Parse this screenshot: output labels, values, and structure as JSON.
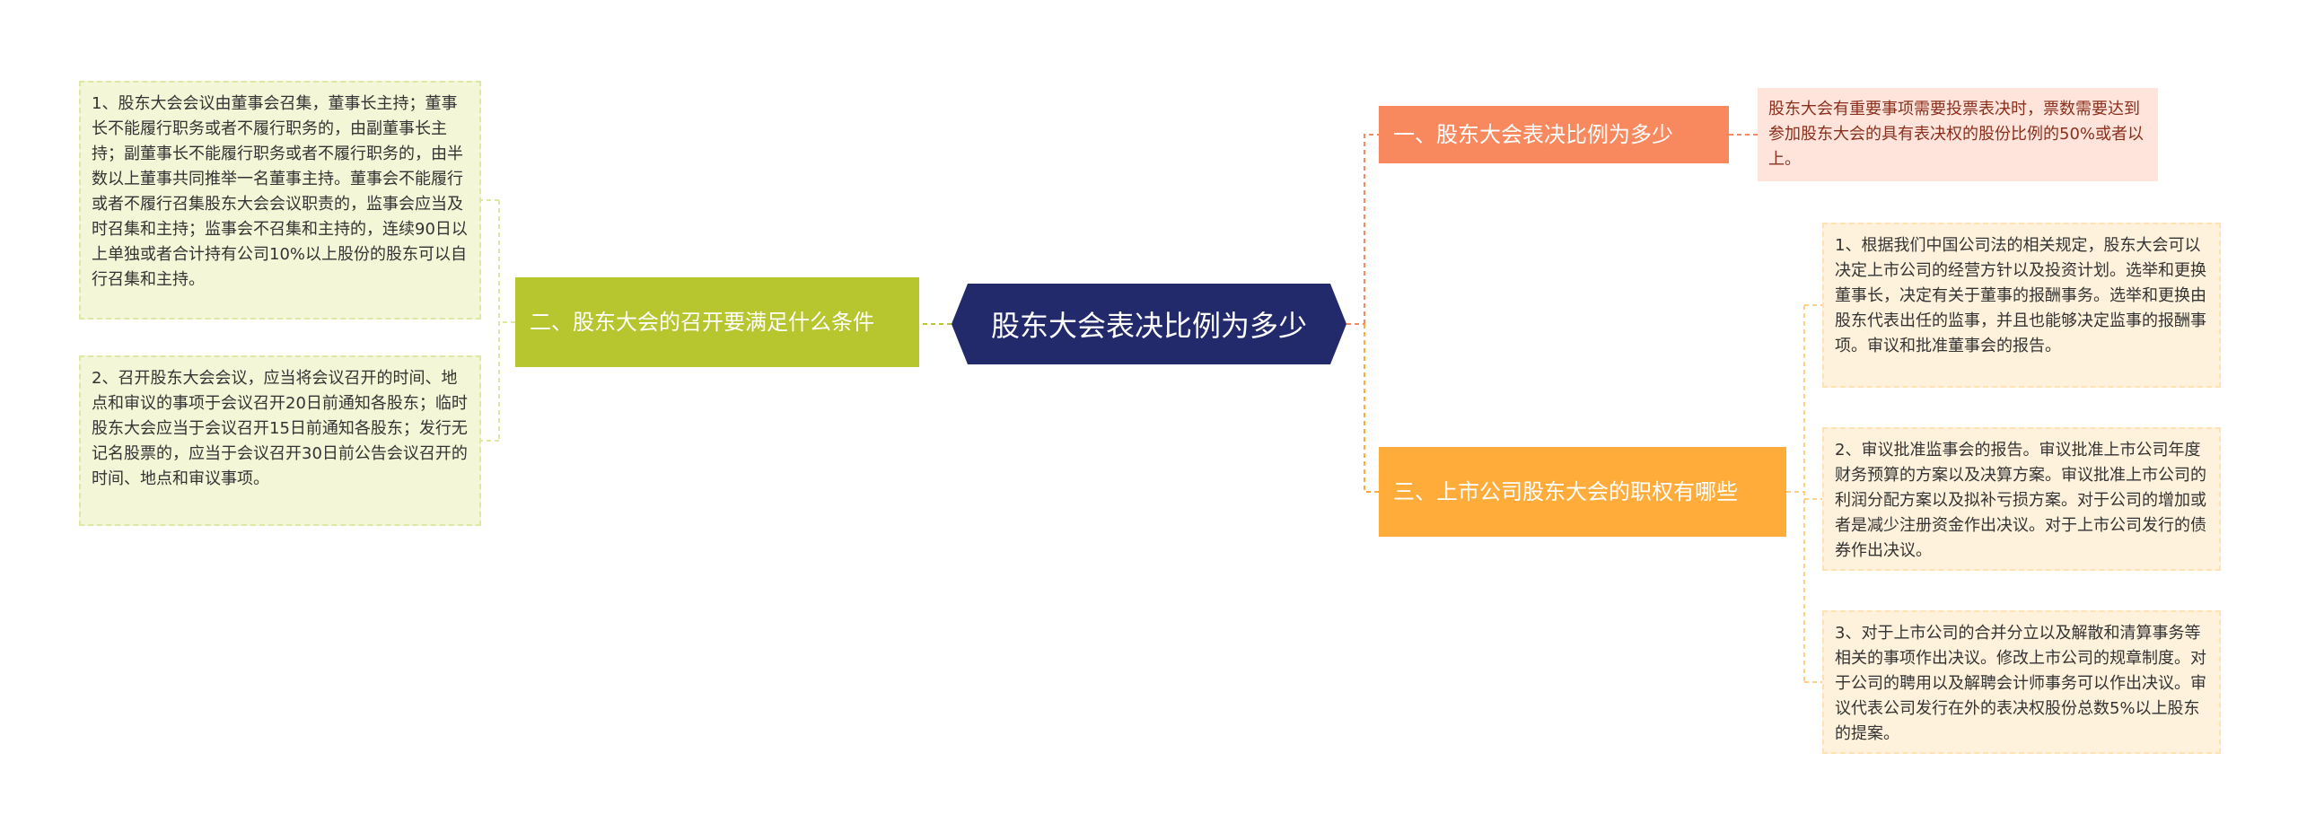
{
  "colors": {
    "root": "#232a6b",
    "branch1": "#f8895e",
    "branch2": "#b7c62e",
    "branch3": "#ffac3a",
    "leaf_red": "#ffe4dc",
    "leaf_green": "#f3f6d7",
    "leaf_orange": "#fff2dc"
  },
  "root": {
    "label": "股东大会表决比例为多少"
  },
  "branches": [
    {
      "label": "一、股东大会表决比例为多少",
      "leaves": [
        "股东大会有重要事项需要投票表决时，票数需要达到参加股东大会的具有表决权的股份比例的50%或者以上。"
      ]
    },
    {
      "label": "二、股东大会的召开要满足什么条件",
      "leaves": [
        "1、股东大会会议由董事会召集，董事长主持；董事长不能履行职务或者不履行职务的，由副董事长主持；副董事长不能履行职务或者不履行职务的，由半数以上董事共同推举一名董事主持。董事会不能履行或者不履行召集股东大会会议职责的，监事会应当及时召集和主持；监事会不召集和主持的，连续90日以上单独或者合计持有公司10%以上股份的股东可以自行召集和主持。",
        "2、召开股东大会会议，应当将会议召开的时间、地点和审议的事项于会议召开20日前通知各股东；临时股东大会应当于会议召开15日前通知各股东；发行无记名股票的，应当于会议召开30日前公告会议召开的时间、地点和审议事项。"
      ]
    },
    {
      "label": "三、上市公司股东大会的职权有哪些",
      "leaves": [
        "1、根据我们中国公司法的相关规定，股东大会可以决定上市公司的经营方针以及投资计划。选举和更换董事长，决定有关于董事的报酬事务。选举和更换由股东代表出任的监事，并且也能够决定监事的报酬事项。审议和批准董事会的报告。",
        "2、审议批准监事会的报告。审议批准上市公司年度财务预算的方案以及决算方案。审议批准上市公司的利润分配方案以及拟补亏损方案。对于公司的增加或者是减少注册资金作出决议。对于上市公司发行的债券作出决议。",
        "3、对于上市公司的合并分立以及解散和清算事务等相关的事项作出决议。修改上市公司的规章制度。对于公司的聘用以及解聘会计师事务可以作出决议。审议代表公司发行在外的表决权股份总数5%以上股东的提案。"
      ]
    }
  ]
}
